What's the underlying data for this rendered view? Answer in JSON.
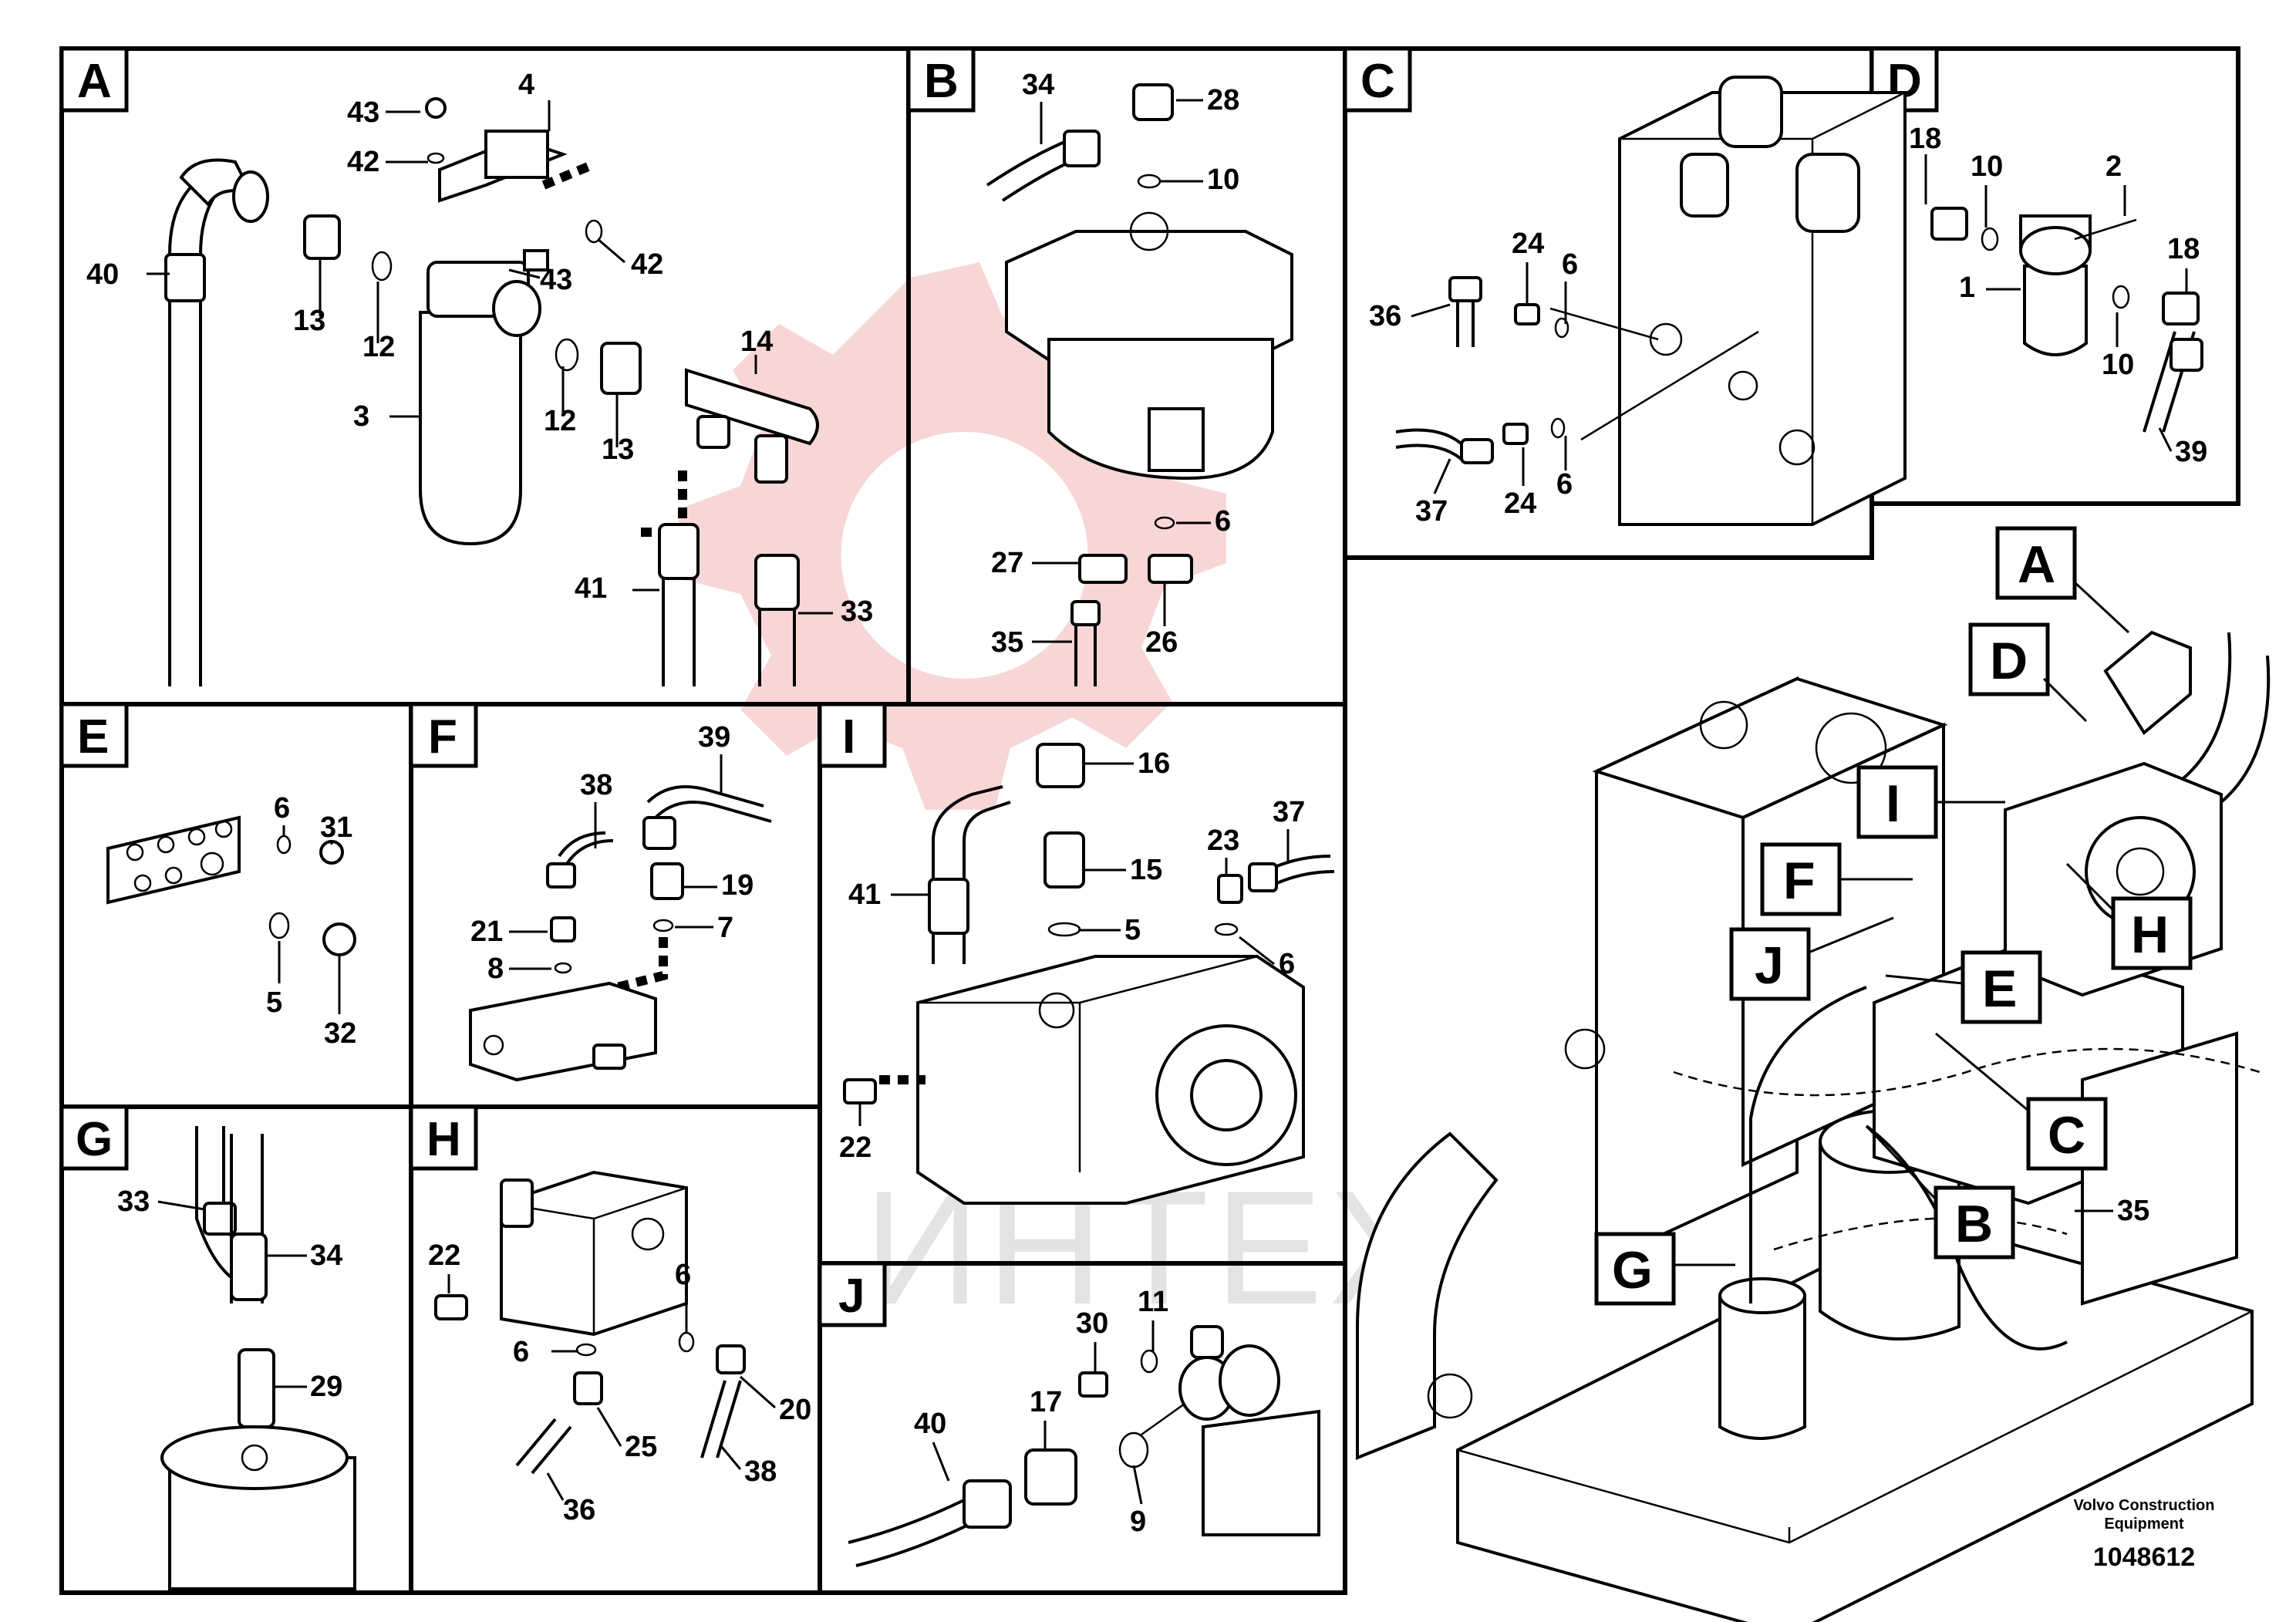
{
  "panels": {
    "A": {
      "tag": "A",
      "labels": [
        "43",
        "4",
        "42",
        "42",
        "43",
        "40",
        "13",
        "12",
        "3",
        "12",
        "13",
        "14",
        "41",
        "33"
      ]
    },
    "B": {
      "tag": "B",
      "labels": [
        "34",
        "28",
        "10",
        "6",
        "27",
        "35",
        "26"
      ]
    },
    "C": {
      "tag": "C",
      "labels": [
        "24",
        "6",
        "36",
        "37",
        "24",
        "6"
      ]
    },
    "D": {
      "tag": "D",
      "labels": [
        "18",
        "10",
        "2",
        "18",
        "1",
        "10",
        "39"
      ]
    },
    "E": {
      "tag": "E",
      "labels": [
        "6",
        "31",
        "5",
        "32"
      ]
    },
    "F": {
      "tag": "F",
      "labels": [
        "39",
        "38",
        "19",
        "21",
        "7",
        "8"
      ]
    },
    "I": {
      "tag": "I",
      "labels": [
        "16",
        "15",
        "37",
        "23",
        "41",
        "5",
        "6",
        "22"
      ]
    },
    "G": {
      "tag": "G",
      "labels": [
        "33",
        "34",
        "29"
      ]
    },
    "H": {
      "tag": "H",
      "labels": [
        "22",
        "6",
        "6",
        "20",
        "25",
        "38",
        "36"
      ]
    },
    "J": {
      "tag": "J",
      "labels": [
        "30",
        "11",
        "17",
        "40",
        "9"
      ]
    }
  },
  "overview": {
    "callouts": [
      "A",
      "D",
      "I",
      "F",
      "H",
      "J",
      "E",
      "C",
      "B",
      "G"
    ],
    "part_label": "35"
  },
  "footer": {
    "company_line1": "Volvo Construction",
    "company_line2": "Equipment",
    "drawing_number": "1048612"
  },
  "watermark": {
    "text": "ИНТЕХ"
  },
  "colors": {
    "watermark_red": "#f2b5b5",
    "watermark_grey": "#d8d8d8",
    "line": "#000000"
  }
}
